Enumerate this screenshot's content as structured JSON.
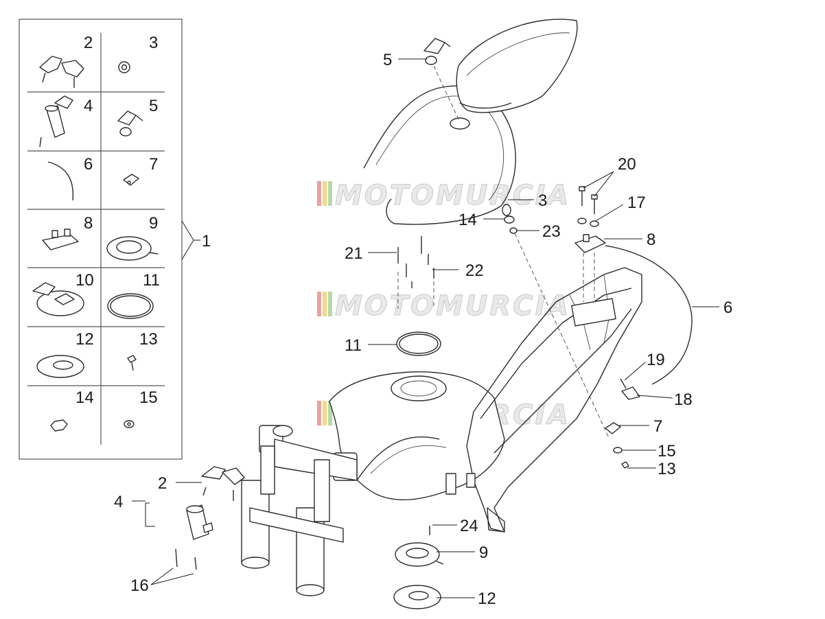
{
  "watermark": "MOTOMURCIA",
  "inset_labels": [
    "2",
    "3",
    "4",
    "5",
    "6",
    "7",
    "8",
    "9",
    "10",
    "11",
    "12",
    "13",
    "14",
    "15"
  ],
  "inset_group_label": "1",
  "callouts": {
    "c5": "5",
    "c3": "3",
    "c14": "14",
    "c23": "23",
    "c20": "20",
    "c17": "17",
    "c8": "8",
    "c21": "21",
    "c22": "22",
    "c11": "11",
    "c6": "6",
    "c19": "19",
    "c18": "18",
    "c7": "7",
    "c15": "15",
    "c13": "13",
    "c2": "2",
    "c4": "4",
    "c24": "24",
    "c9": "9",
    "c16": "16",
    "c12": "12"
  },
  "colors": {
    "line": "#2a2a2a",
    "watermark_bar_red": "#d9534f",
    "watermark_bar_yellow": "#f0c040",
    "watermark_bar_green": "#6ab04c"
  }
}
